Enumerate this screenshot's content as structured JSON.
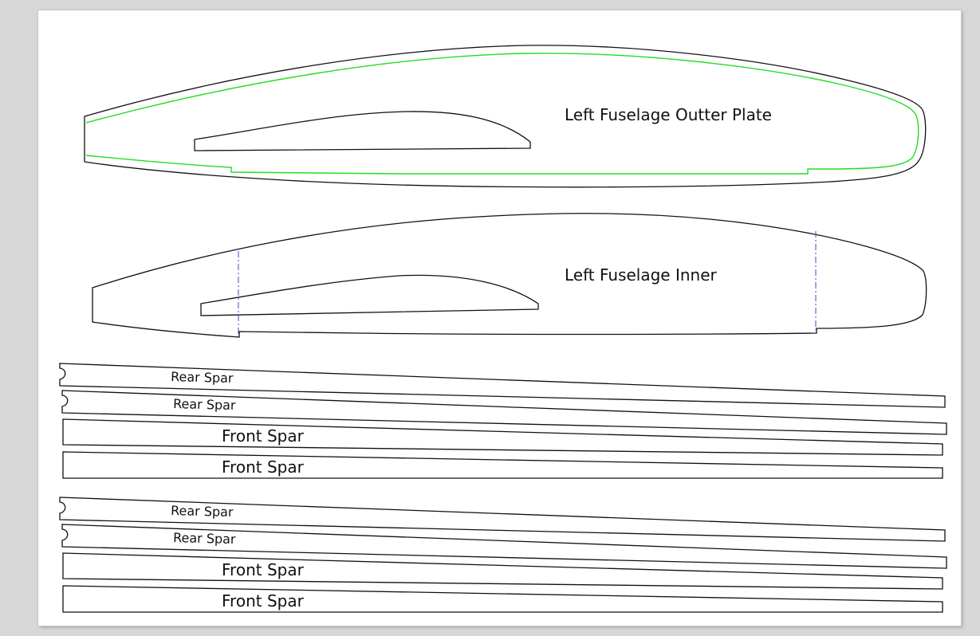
{
  "colors": {
    "background": "#d7d7d7",
    "sheet": "#ffffff",
    "outline": "#111111",
    "inner_offset": "#22dd22",
    "centerline": "#4444cc"
  },
  "parts": {
    "outer_plate_label": "Left Fuselage Outter Plate",
    "inner_label": "Left Fuselage Inner",
    "rear_spar_label": "Rear Spar",
    "front_spar_label": "Front Spar"
  }
}
